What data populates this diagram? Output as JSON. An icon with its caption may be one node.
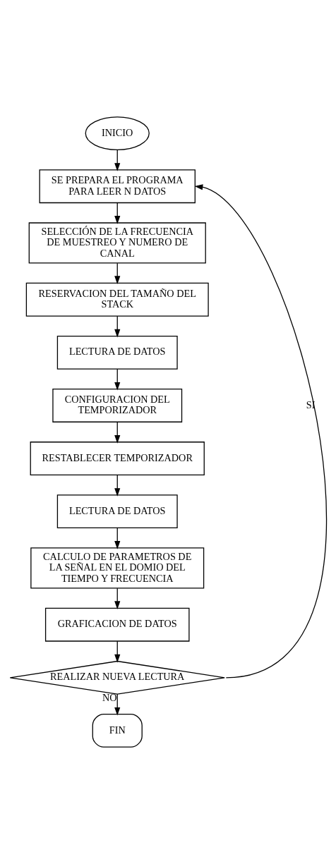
{
  "diagram": {
    "nodes": [
      {
        "text": [
          "INICIO"
        ]
      },
      {
        "text": [
          "SE PREPARA EL PROGRAMA PARA LEER N DATOS"
        ]
      },
      {
        "text": [
          "SELECCIÓN DE LA FRECUENCIA DE MUESTREO Y NUMERO DE CANAL"
        ]
      },
      {
        "text": [
          "RESERVACION DEL TAMAÑO DEL STACK"
        ]
      },
      {
        "text": [
          "LECTURA DE DATOS"
        ]
      },
      {
        "text": [
          "CONFIGURACION DEL TEMPORIZADOR"
        ]
      },
      {
        "text": [
          "RESTABLECER TEMPORIZADOR"
        ]
      },
      {
        "text": [
          "LECTURA DE DATOS"
        ]
      },
      {
        "text": [
          "CALCULO DE PARAMETROS DE LA SEÑAL EN EL DOMIO DEL TIEMPO Y FRECUENCIA"
        ]
      },
      {
        "text": [
          "GRAFICACION DE DATOS"
        ]
      },
      {
        "text": [
          "REALIZAR NUEVA LECTURA"
        ]
      },
      {
        "text": [
          "FIN"
        ]
      }
    ],
    "edges": [
      {
        "from": 0,
        "to": 1,
        "arrow": "to"
      },
      {
        "from": 1,
        "to": 2,
        "arrow": "to"
      },
      {
        "from": 2,
        "to": 3,
        "arrow": "to"
      },
      {
        "from": 3,
        "to": 4,
        "arrow": "to"
      },
      {
        "from": 4,
        "to": 5,
        "arrow": "to"
      },
      {
        "from": 5,
        "to": 6,
        "arrow": "to"
      },
      {
        "from": 6,
        "to": 7,
        "arrow": "to"
      },
      {
        "from": 7,
        "to": 8,
        "arrow": "to"
      },
      {
        "from": 8,
        "to": 9,
        "arrow": "to"
      },
      {
        "from": 9,
        "to": 10,
        "arrow": "to"
      },
      {
        "from": 10,
        "to": 11,
        "arrow": "to",
        "label": "NO"
      },
      {
        "from": 10,
        "to": 1,
        "arrow": "to",
        "label": "SI"
      }
    ]
  }
}
